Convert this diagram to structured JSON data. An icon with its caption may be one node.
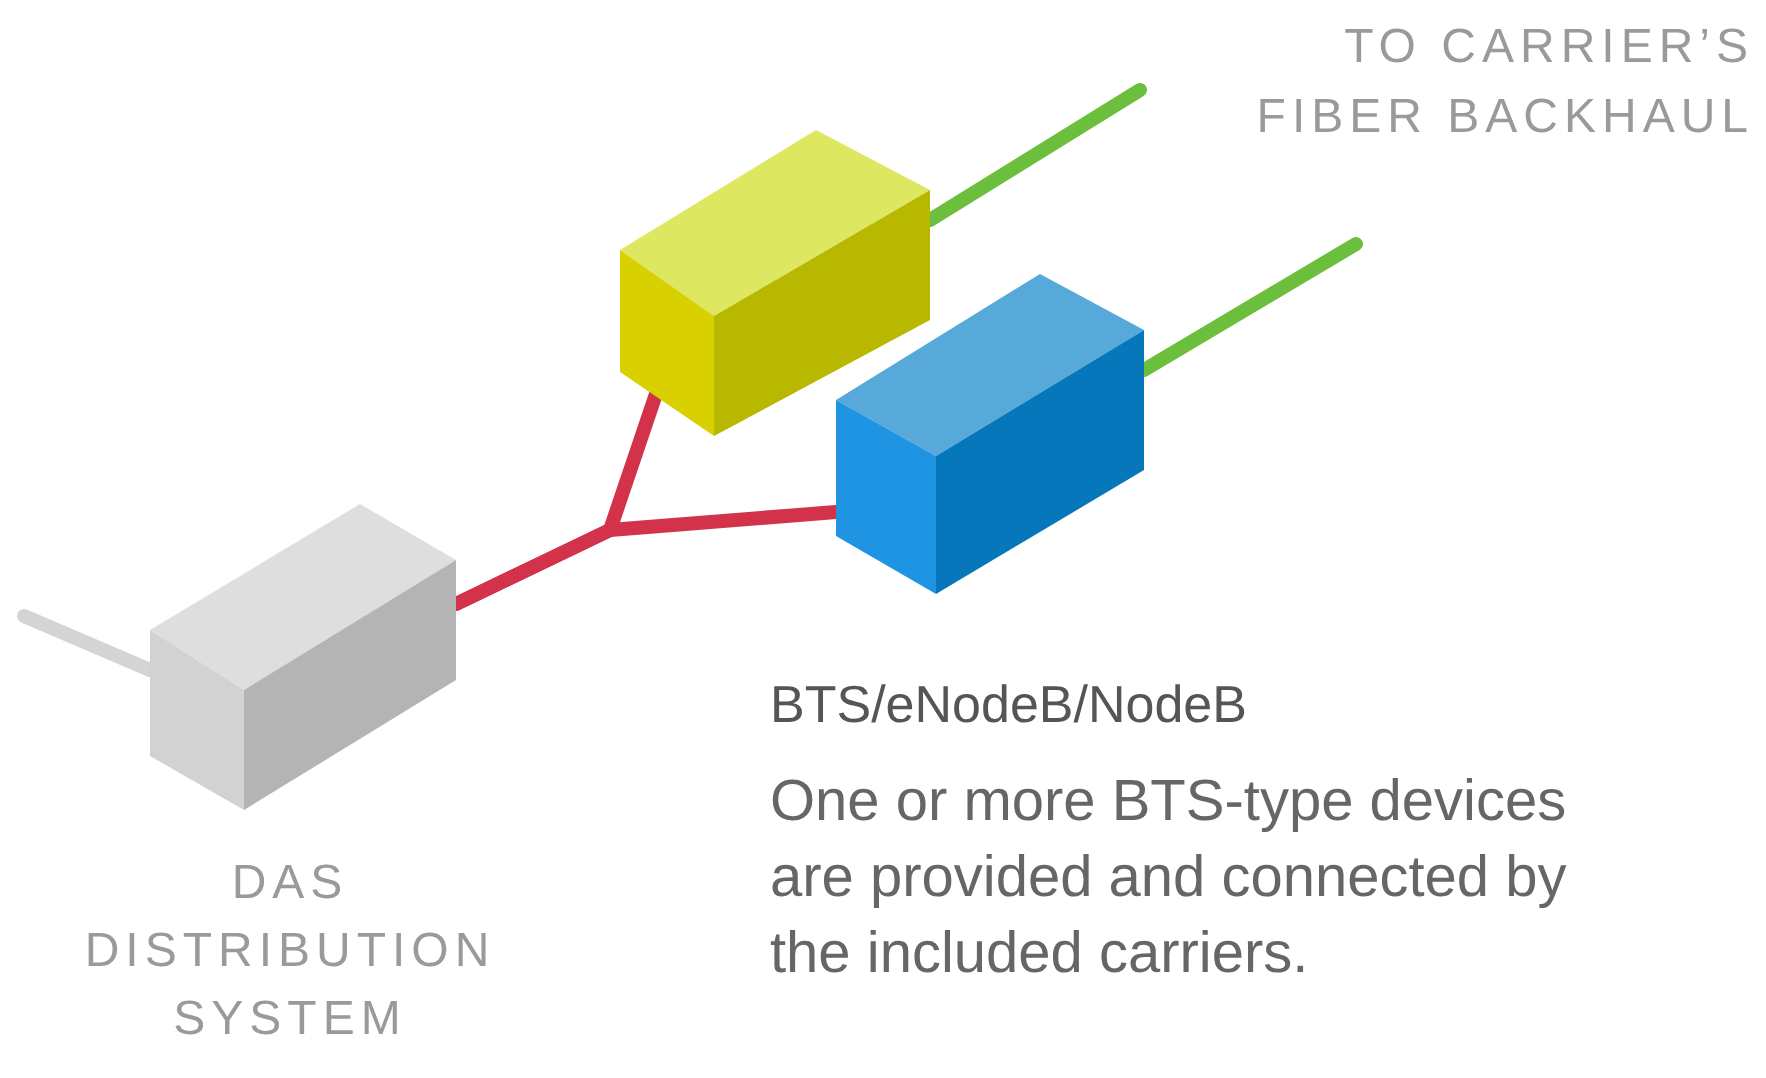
{
  "diagram": {
    "nodes": [
      {
        "text": [
          "DAS DISTRIBUTION SYSTEM"
        ]
      },
      {
        "text": [],
        "shape": "box"
      },
      {
        "text": [
          "BTS/eNodeB/NodeB",
          "One or more BTS-type devices are provided and connected by the included carriers."
        ]
      }
    ],
    "edges": [
      {
        "from": 0,
        "to": 1,
        "arrow": "none",
        "color": "#d2324a"
      },
      {
        "from": 0,
        "to": 2,
        "arrow": "none",
        "color": "#d2324a"
      },
      {
        "from": 1,
        "to": null,
        "arrow": "none",
        "color": "#6cbf3c"
      },
      {
        "from": 2,
        "to": null,
        "arrow": "none",
        "color": "#6cbf3c"
      },
      {
        "from": 0,
        "to": null,
        "arrow": "none",
        "color": "#d4d4d4"
      }
    ],
    "labels": [
      "TO CARRIER’S FIBER BACKHAUL"
    ]
  }
}
